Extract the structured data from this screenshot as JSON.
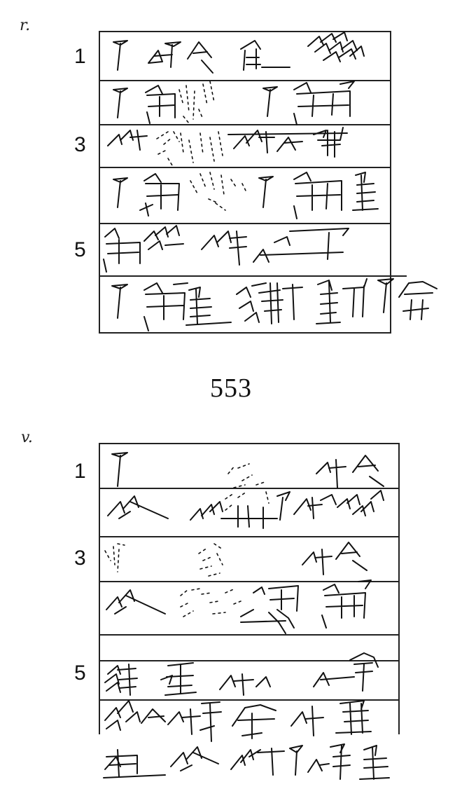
{
  "page_number": "553",
  "tablets": [
    {
      "side_label": "r.",
      "line_numbers": [
        "1",
        "3",
        "5"
      ]
    },
    {
      "side_label": "v.",
      "line_numbers": [
        "1",
        "3",
        "5"
      ]
    }
  ]
}
